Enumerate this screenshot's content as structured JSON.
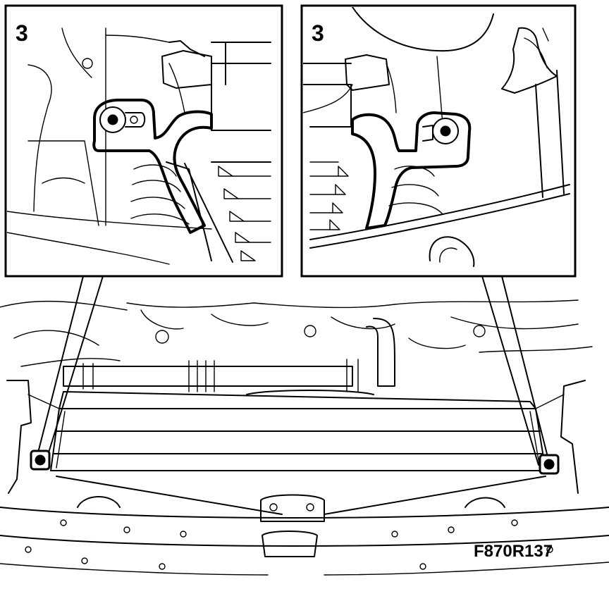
{
  "figure": {
    "reference_code": "F870R137"
  },
  "callouts": {
    "left": {
      "number": "3"
    },
    "right": {
      "number": "3"
    }
  }
}
